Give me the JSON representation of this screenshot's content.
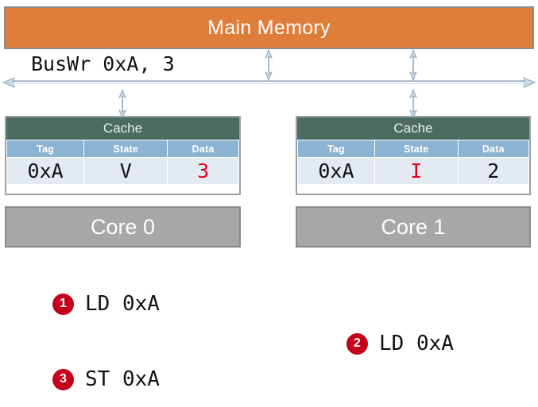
{
  "diagram": {
    "title": "Cache coherence bus write diagram",
    "colors": {
      "memory_fill": "#df7e3b",
      "cache_header": "#4c6b62",
      "column_header": "#8bb3d3",
      "core_fill": "#a7a7a7",
      "badge_red": "#c4001a",
      "highlight_red": "#e3001b",
      "arrow_blue": "#8fa9c0"
    },
    "memory": {
      "label": "Main Memory"
    },
    "bus": {
      "label": "BusWr 0xA, 3",
      "icon": "double-headed-horizontal-arrow"
    },
    "connectors": [
      {
        "name": "memory-to-bus-left",
        "icon": "double-headed-vertical-arrow"
      },
      {
        "name": "memory-to-bus-right",
        "icon": "double-headed-vertical-arrow"
      },
      {
        "name": "bus-to-cache0",
        "icon": "double-headed-vertical-arrow"
      },
      {
        "name": "bus-to-cache1",
        "icon": "double-headed-vertical-arrow"
      }
    ],
    "caches": [
      {
        "title": "Cache",
        "columns": [
          "Tag",
          "State",
          "Data"
        ],
        "row": {
          "tag": "0xA",
          "state": "V",
          "data": "3"
        },
        "highlight": "data",
        "core": "Core 0"
      },
      {
        "title": "Cache",
        "columns": [
          "Tag",
          "State",
          "Data"
        ],
        "row": {
          "tag": "0xA",
          "state": "I",
          "data": "2"
        },
        "highlight": "state",
        "core": "Core 1"
      }
    ],
    "instructions": [
      {
        "number": "1",
        "text": "LD 0xA"
      },
      {
        "number": "2",
        "text": "LD 0xA"
      },
      {
        "number": "3",
        "text": "ST 0xA"
      }
    ]
  }
}
